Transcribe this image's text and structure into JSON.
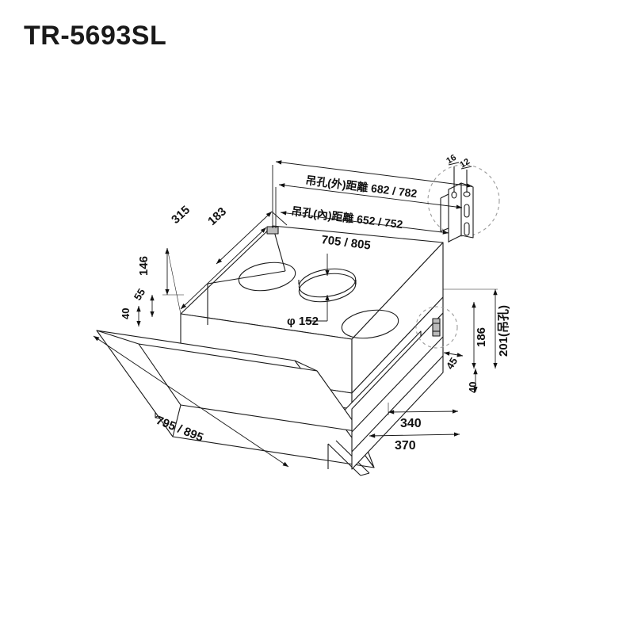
{
  "page": {
    "title": "TR-5693SL",
    "background_color": "#ffffff",
    "line_color": "#1a1a1a"
  },
  "drawing": {
    "type": "isometric-technical-drawing",
    "subject": "range-hood-slide-out",
    "units": "mm",
    "dimensions": {
      "hanging_hole_outer": "吊孔(外)距離 682 / 782",
      "hanging_hole_inner": "吊孔(內)距離 652 / 752",
      "body_width": "705 / 805",
      "top_depth_left": "315",
      "top_depth_right": "183",
      "body_height": "146",
      "skirt_height": "55",
      "base_height": "40",
      "duct_diameter": "φ 152",
      "overall_width": "795 / 895",
      "hanging_hole_height": "201(吊孔)",
      "bracket_height": "186",
      "lip_offset": "45",
      "front_panel_height": "40",
      "panel_depth_inner": "340",
      "panel_depth_outer": "370"
    },
    "detail_inset": {
      "label_a": "16",
      "label_b": "12"
    },
    "controls": {
      "button_count": 3
    }
  }
}
